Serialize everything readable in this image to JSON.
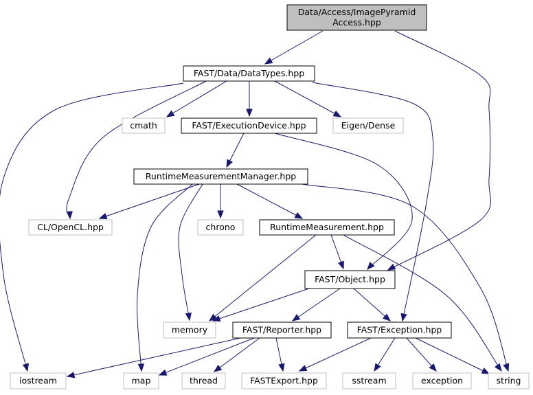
{
  "colors": {
    "edge": "#191970",
    "root_fill": "#bfbfbf",
    "node_border": "#000000",
    "external_border": "#bfbfbf",
    "external_text": "#000000"
  },
  "nodes": [
    {
      "id": "root",
      "lines": [
        "Data/Access/ImagePyramid",
        "Access.hpp"
      ],
      "kind": "root"
    },
    {
      "id": "datatypes",
      "lines": [
        "FAST/Data/DataTypes.hpp"
      ],
      "kind": "internal"
    },
    {
      "id": "cmath",
      "lines": [
        "cmath"
      ],
      "kind": "external"
    },
    {
      "id": "execdevice",
      "lines": [
        "FAST/ExecutionDevice.hpp"
      ],
      "kind": "internal"
    },
    {
      "id": "eigen",
      "lines": [
        "Eigen/Dense"
      ],
      "kind": "external"
    },
    {
      "id": "rtmanager",
      "lines": [
        "RuntimeMeasurementManager.hpp"
      ],
      "kind": "internal"
    },
    {
      "id": "opencl",
      "lines": [
        "CL/OpenCL.hpp"
      ],
      "kind": "external"
    },
    {
      "id": "chrono",
      "lines": [
        "chrono"
      ],
      "kind": "external"
    },
    {
      "id": "rtmeas",
      "lines": [
        "RuntimeMeasurement.hpp"
      ],
      "kind": "internal"
    },
    {
      "id": "object",
      "lines": [
        "FAST/Object.hpp"
      ],
      "kind": "internal"
    },
    {
      "id": "memory",
      "lines": [
        "memory"
      ],
      "kind": "external"
    },
    {
      "id": "reporter",
      "lines": [
        "FAST/Reporter.hpp"
      ],
      "kind": "internal"
    },
    {
      "id": "exception",
      "lines": [
        "FAST/Exception.hpp"
      ],
      "kind": "internal"
    },
    {
      "id": "iostream",
      "lines": [
        "iostream"
      ],
      "kind": "external"
    },
    {
      "id": "map",
      "lines": [
        "map"
      ],
      "kind": "external"
    },
    {
      "id": "thread",
      "lines": [
        "thread"
      ],
      "kind": "external"
    },
    {
      "id": "fastexport",
      "lines": [
        "FASTExport.hpp"
      ],
      "kind": "external"
    },
    {
      "id": "sstream",
      "lines": [
        "sstream"
      ],
      "kind": "external"
    },
    {
      "id": "exceptionstd",
      "lines": [
        "exception"
      ],
      "kind": "external"
    },
    {
      "id": "string",
      "lines": [
        "string"
      ],
      "kind": "external"
    }
  ],
  "edges": [
    {
      "from": "root",
      "to": "datatypes"
    },
    {
      "from": "root",
      "to": "object"
    },
    {
      "from": "datatypes",
      "to": "iostream"
    },
    {
      "from": "datatypes",
      "to": "opencl"
    },
    {
      "from": "datatypes",
      "to": "cmath"
    },
    {
      "from": "datatypes",
      "to": "execdevice"
    },
    {
      "from": "datatypes",
      "to": "eigen"
    },
    {
      "from": "datatypes",
      "to": "exception"
    },
    {
      "from": "execdevice",
      "to": "rtmanager"
    },
    {
      "from": "execdevice",
      "to": "object"
    },
    {
      "from": "rtmanager",
      "to": "opencl"
    },
    {
      "from": "rtmanager",
      "to": "chrono"
    },
    {
      "from": "rtmanager",
      "to": "rtmeas"
    },
    {
      "from": "rtmanager",
      "to": "memory"
    },
    {
      "from": "rtmanager",
      "to": "map"
    },
    {
      "from": "rtmanager",
      "to": "string"
    },
    {
      "from": "rtmeas",
      "to": "object"
    },
    {
      "from": "rtmeas",
      "to": "memory"
    },
    {
      "from": "rtmeas",
      "to": "string"
    },
    {
      "from": "object",
      "to": "memory"
    },
    {
      "from": "object",
      "to": "reporter"
    },
    {
      "from": "object",
      "to": "exception"
    },
    {
      "from": "reporter",
      "to": "iostream"
    },
    {
      "from": "reporter",
      "to": "map"
    },
    {
      "from": "reporter",
      "to": "thread"
    },
    {
      "from": "reporter",
      "to": "fastexport"
    },
    {
      "from": "exception",
      "to": "fastexport"
    },
    {
      "from": "exception",
      "to": "sstream"
    },
    {
      "from": "exception",
      "to": "exceptionstd"
    },
    {
      "from": "exception",
      "to": "string"
    }
  ]
}
